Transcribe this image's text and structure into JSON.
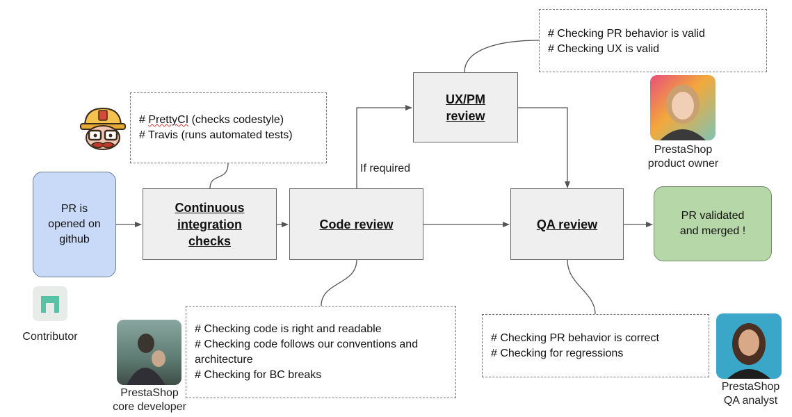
{
  "nodes": {
    "pr_opened": "PR is opened on github",
    "ci_checks": "Continuous integration checks",
    "code_review": "Code review",
    "uxpm_review": "UX/PM review",
    "qa_review": "QA review",
    "pr_validated": "PR validated and merged !"
  },
  "edge_labels": {
    "if_required": "If required"
  },
  "notes": {
    "ci": {
      "line1_prefix": "# ",
      "line1_name": "PrettyCI",
      "line1_rest": " (checks codestyle)",
      "line2": "# Travis (runs automated tests)"
    },
    "uxpm": [
      "# Checking PR behavior is valid",
      "# Checking UX is valid"
    ],
    "code": [
      "# Checking code is right and readable",
      "# Checking code follows our conventions and architecture",
      "# Checking for BC breaks"
    ],
    "qa": [
      "# Checking PR behavior is correct",
      "# Checking for regressions"
    ]
  },
  "people": {
    "contributor": "Contributor",
    "product_owner": [
      "PrestaShop",
      "product owner"
    ],
    "core_developer": [
      "PrestaShop",
      "core developer"
    ],
    "qa_analyst": [
      "PrestaShop",
      "QA analyst"
    ]
  }
}
